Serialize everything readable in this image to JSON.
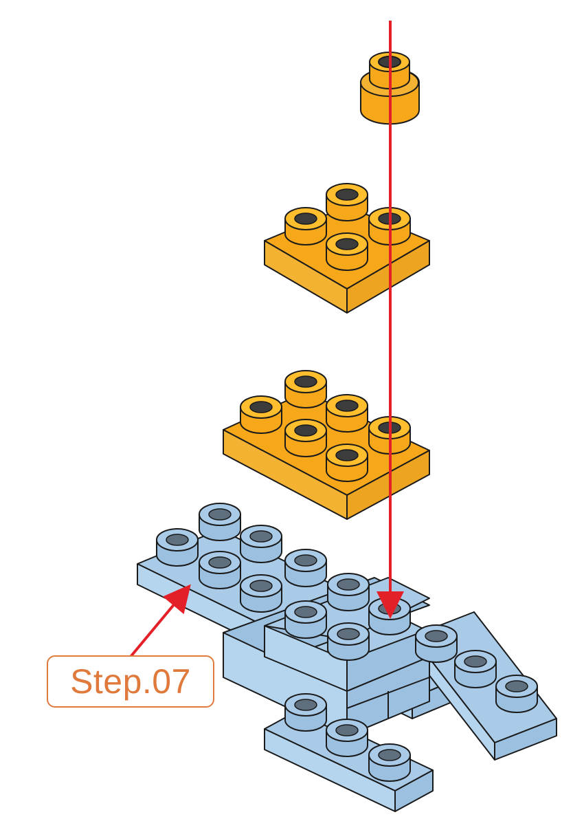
{
  "instruction": {
    "step_label": "Step.07"
  },
  "colors": {
    "orange_light": "#ffbe2e",
    "orange_top": "#f6a81a",
    "orange_side": "#eda521",
    "orange_front": "#f4b233",
    "blue_top": "#aacbe8",
    "blue_side": "#9cc1e0",
    "blue_front": "#b5d4ee",
    "stroke": "#1a1a1a",
    "arrow": "#e32027",
    "label": "#e07a3c"
  },
  "parts": [
    {
      "id": "round-plate-1x1",
      "color": "orange",
      "studs": 1
    },
    {
      "id": "plate-2x2",
      "color": "orange",
      "studs": 4
    },
    {
      "id": "plate-2x3",
      "color": "orange",
      "studs": 6
    },
    {
      "id": "blue-assembly",
      "color": "blue"
    }
  ]
}
